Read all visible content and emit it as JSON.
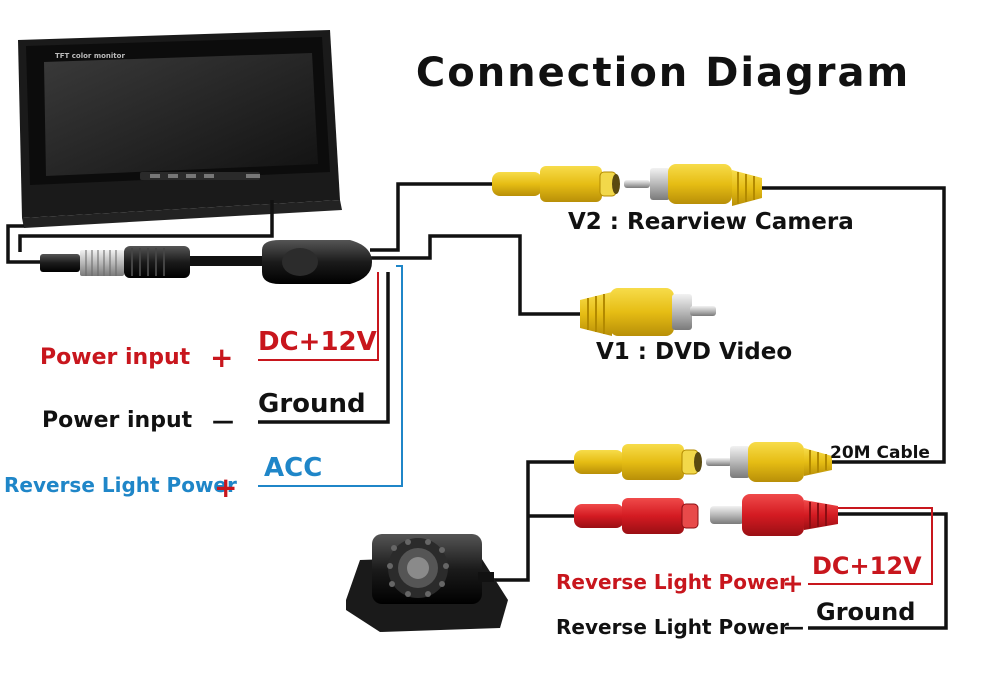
{
  "title": "Connection Diagram",
  "monitor": {
    "label": "TFT color monitor"
  },
  "video_inputs": {
    "v2_label": "V2 : Rearview  Camera",
    "v1_label": "V1 : DVD  Video"
  },
  "power_left": {
    "pos_label": "Power  input",
    "pos_sign": "+",
    "pos_wire": "DC+12V",
    "neg_label": "Power  input",
    "neg_sign": "—",
    "neg_wire": "Ground",
    "acc_label": "Reverse  Light  Power",
    "acc_sign": "+",
    "acc_wire": "ACC"
  },
  "camera_side": {
    "cable_label": "20M  Cable",
    "pos_label": "Reverse  Light  Power",
    "pos_sign": "+",
    "pos_wire": "DC+12V",
    "neg_label": "Reverse  Light  Power",
    "neg_sign": "—",
    "neg_wire": "Ground"
  },
  "colors": {
    "red": "#c8161d",
    "blue": "#1f86c8",
    "black": "#111111",
    "yellow_plug": "#e8c21a",
    "red_plug": "#d91c24"
  }
}
